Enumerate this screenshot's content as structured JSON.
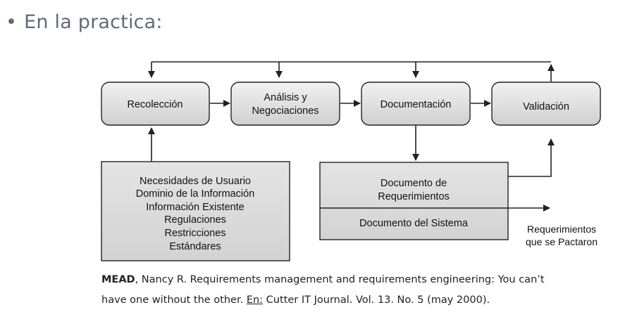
{
  "heading": {
    "bullet": "•",
    "text": "En la practica:"
  },
  "diagram": {
    "process_boxes": [
      {
        "lines": [
          "Recolección"
        ]
      },
      {
        "lines": [
          "Análisis y",
          "Negociaciones"
        ]
      },
      {
        "lines": [
          "Documentación"
        ]
      },
      {
        "lines": [
          "Validación"
        ]
      }
    ],
    "inputs_box": {
      "lines": [
        "Necesidades de Usuario",
        "Dominio de la Información",
        "Información Existente",
        "Regulaciones",
        "Restricciones",
        "Estándares"
      ]
    },
    "document_box": {
      "top_lines": [
        "Documento de",
        "Requerimientos"
      ],
      "bottom_line": "Documento del Sistema"
    },
    "output_label": {
      "lines": [
        "Requerimientos",
        "que se Pactaron"
      ]
    }
  },
  "citation": {
    "author": "MEAD",
    "rest_line1": ", Nancy R. Requirements management and requirements engineering: You can’t",
    "line2_prefix": "have one without the other. ",
    "en_label": "En:",
    "line2_suffix": " Cutter IT Journal. Vol. 13. No. 5 (may 2000)."
  },
  "colors": {
    "box_gradient_top": "#f2f2f2",
    "box_gradient_bottom": "#cfcfcf",
    "panel_fill": "#dcdcdc",
    "stroke": "#222222",
    "heading_text": "#5f6b78"
  }
}
